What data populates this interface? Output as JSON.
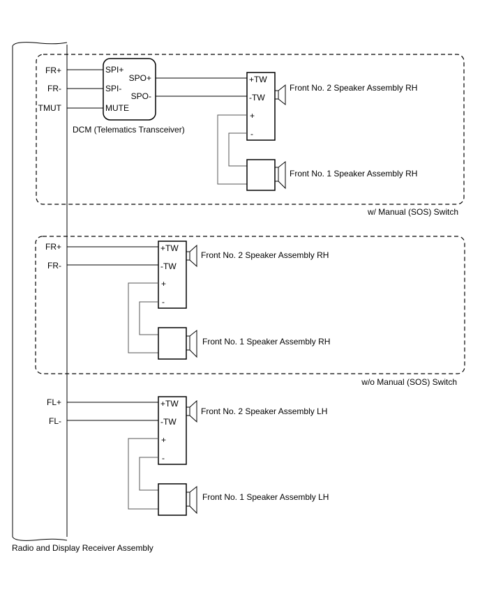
{
  "radio": {
    "label": "Radio and Display Receiver Assembly",
    "pins": {
      "fr_plus": "FR+",
      "fr_minus": "FR-",
      "tmut": "TMUT",
      "fl_plus": "FL+",
      "fl_minus": "FL-"
    }
  },
  "dcm": {
    "label": "DCM (Telematics Transceiver)",
    "pins": {
      "spi_plus": "SPI+",
      "spi_minus": "SPI-",
      "mute": "MUTE",
      "spo_plus": "SPO+",
      "spo_minus": "SPO-"
    }
  },
  "speaker_pins": {
    "tw_plus": "+TW",
    "tw_minus": "-TW",
    "plus": "+",
    "minus": "-"
  },
  "sections": {
    "with_switch": "w/ Manual (SOS) Switch",
    "without_switch": "w/o Manual (SOS) Switch"
  },
  "speakers": {
    "front2_rh": "Front No. 2 Speaker Assembly RH",
    "front1_rh": "Front No. 1 Speaker Assembly RH",
    "front2_lh": "Front No. 2 Speaker Assembly LH",
    "front1_lh": "Front No. 1 Speaker Assembly LH"
  }
}
